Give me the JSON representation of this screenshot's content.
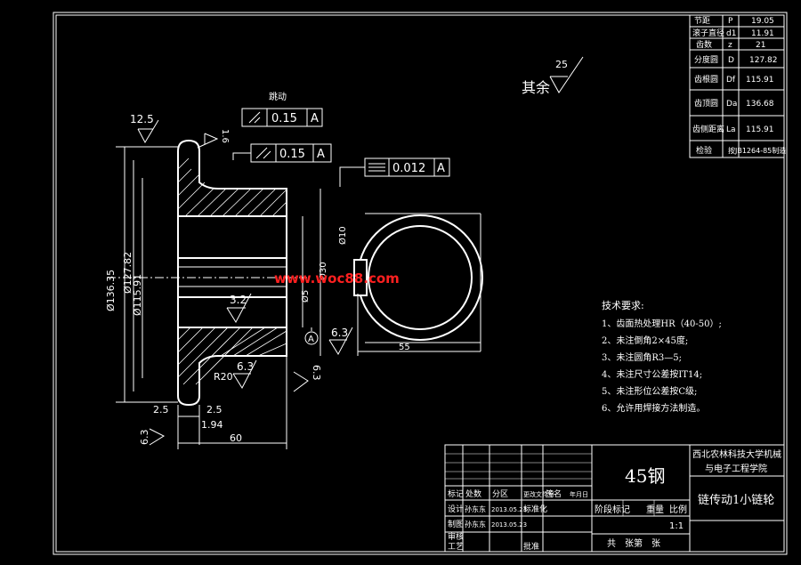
{
  "params_table": {
    "rows": [
      {
        "name": "节距",
        "sym": "P",
        "val": "19.05"
      },
      {
        "name": "滚子直径",
        "sym": "d1",
        "val": "11.91"
      },
      {
        "name": "齿数",
        "sym": "z",
        "val": "21"
      },
      {
        "name": "分度圆",
        "sym": "D",
        "val": "127.82"
      },
      {
        "name": "齿根圆",
        "sym": "Df",
        "val": "115.91"
      },
      {
        "name": "齿顶圆",
        "sym": "Da",
        "val": "136.68"
      },
      {
        "name": "齿侧距离",
        "sym": "La",
        "val": "115.91"
      },
      {
        "name": "检验",
        "sym": "",
        "val": "按JB1264-85制造"
      }
    ]
  },
  "roughness_rest": {
    "label": "其余",
    "value": "25"
  },
  "runout_label": "跳动",
  "tolerances": {
    "runout1": "0.15",
    "runout2": "0.15",
    "symmetry": "0.012",
    "datum": "A"
  },
  "dims": {
    "d_tip": "Ø136.35",
    "d_pitch": "Ø127.82",
    "d_root": "Ø115.91",
    "d_bore": "Ø5",
    "d_bore2": "Ø30",
    "d_keyway": "Ø10",
    "len_total": "60",
    "len_chamfer": "2.5",
    "len_offset": "1.94",
    "len_keyway": "55",
    "radius": "R20",
    "rough_12_5": "12.5",
    "rough_6_3a": "6.3",
    "rough_6_3b": "6.3",
    "rough_6_3c": "6.3",
    "rough_6_3d": "6.3",
    "rough_3_2": "3.2",
    "rough_1_6": "1.6"
  },
  "watermark": "www.woc88.com",
  "tech_req": {
    "title": "技术要求:",
    "items": [
      "1、齿面热处理HR（40-50）;",
      "2、未注倒角2×45度;",
      "3、未注圆角R3—5;",
      "4、未注尺寸公差按IT14;",
      "5、未注形位公差按C级;",
      "6、允许用焊接方法制造。"
    ]
  },
  "title_block": {
    "school_line1": "西北农林科技大学机械",
    "school_line2": "与电子工程学院",
    "material": "45钢",
    "part_name": "链传动1小链轮",
    "stage_label": "阶段标记",
    "weight_label": "重量",
    "scale_label": "比例",
    "scale_value": "1:1",
    "sheet_label": "共　张第　张",
    "row_labels": [
      "标记",
      "处数",
      "分区",
      "更改文件号",
      "签名",
      "年月日"
    ],
    "designer": "设计",
    "drafter": "制图",
    "checker": "审核",
    "process": "工艺",
    "approve": "批准",
    "std": "标准化",
    "name1": "孙东东",
    "name2": "孙东东",
    "date1": "2013.05.23",
    "date2": "2013.05.23"
  }
}
